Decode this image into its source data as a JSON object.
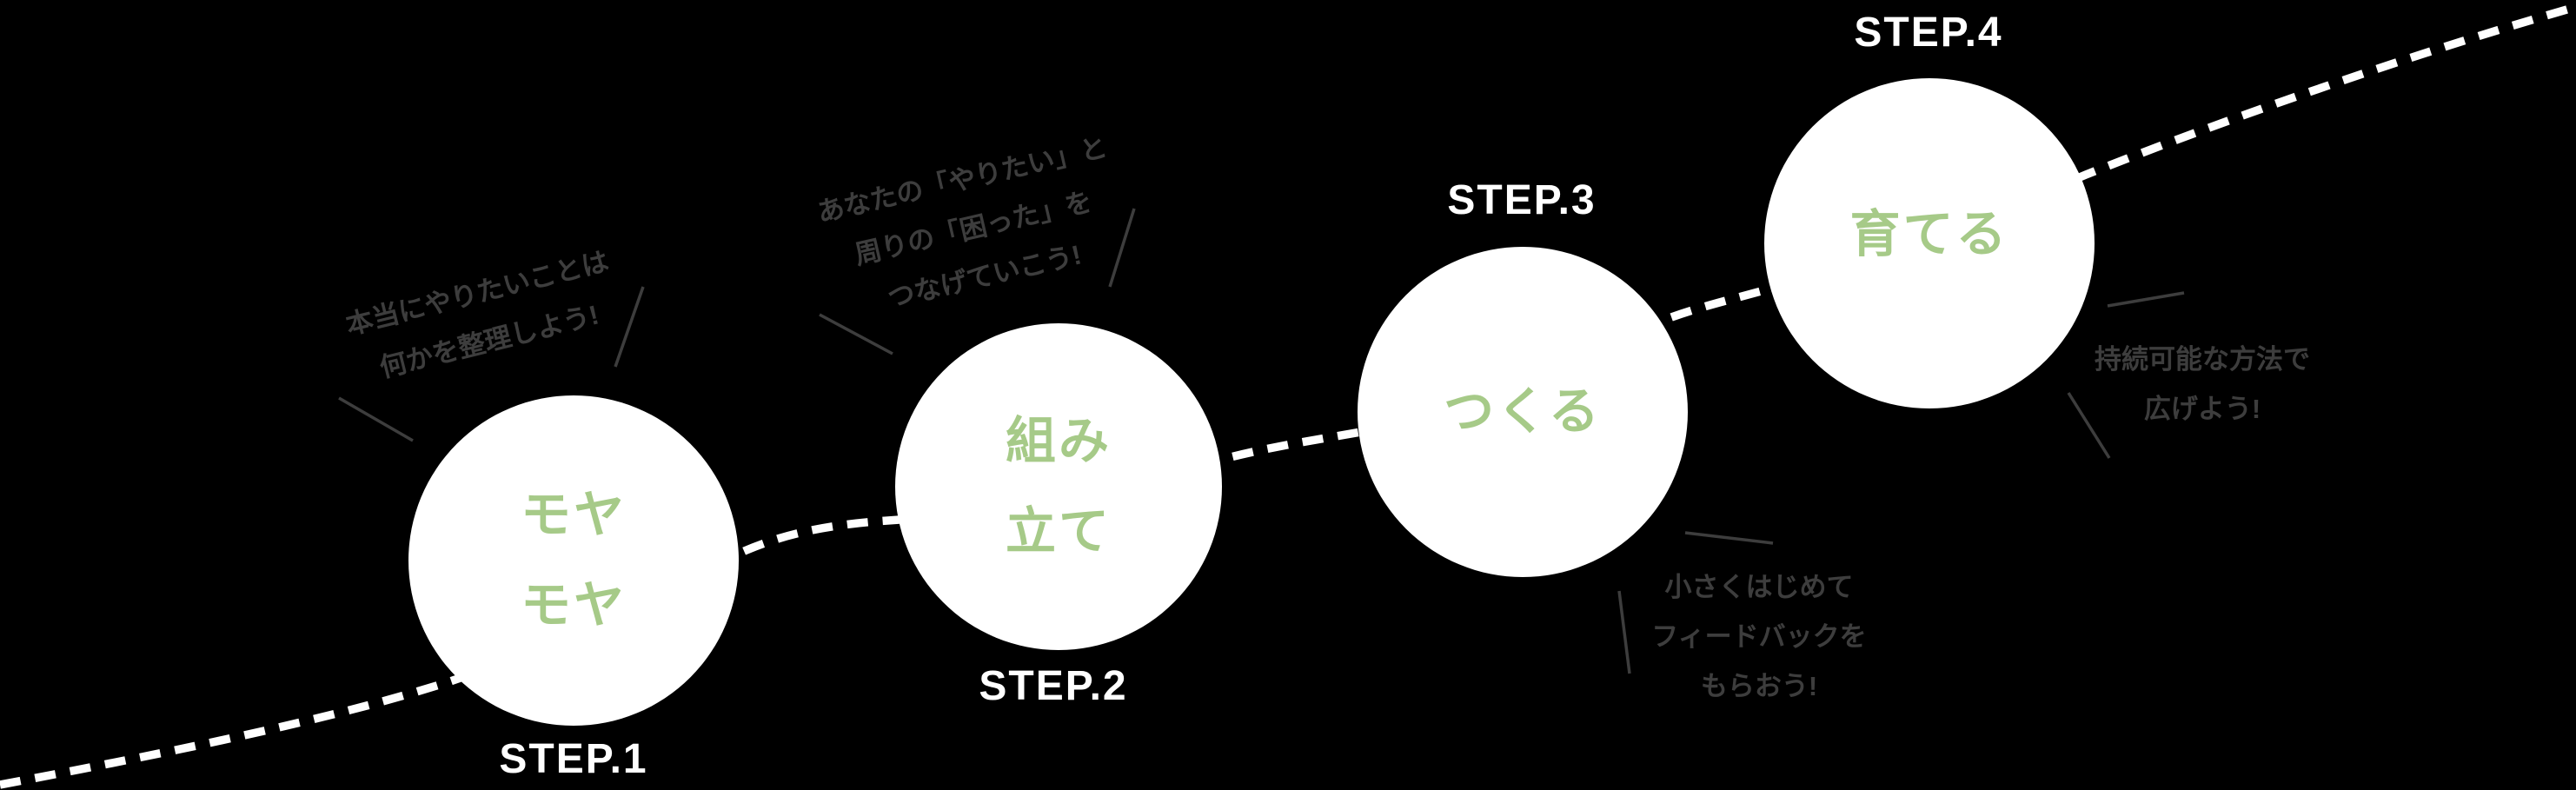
{
  "colors": {
    "background": "#000000",
    "circle_fill": "#ffffff",
    "step_label": "#ffffff",
    "keyword_green": "#a6ca88",
    "annotation_gray": "#3d3d3d",
    "dashed_path": "#ffffff"
  },
  "steps": [
    {
      "label": "STEP.1",
      "keyword_lines": [
        "モヤ",
        "モヤ"
      ],
      "annotation_lines": [
        "本当にやりたいことは",
        "何かを整理しよう!"
      ]
    },
    {
      "label": "STEP.2",
      "keyword_lines": [
        "組み",
        "立て"
      ],
      "annotation_lines": [
        "あなたの「やりたい」と",
        "周りの「困った」を",
        "つなげていこう!"
      ]
    },
    {
      "label": "STEP.3",
      "keyword_lines": [
        "つくる"
      ],
      "annotation_lines": [
        "小さくはじめて",
        "フィードバックを",
        "もらおう!"
      ]
    },
    {
      "label": "STEP.4",
      "keyword_lines": [
        "育てる"
      ],
      "annotation_lines": [
        "持続可能な方法で",
        "広げよう!"
      ]
    }
  ]
}
